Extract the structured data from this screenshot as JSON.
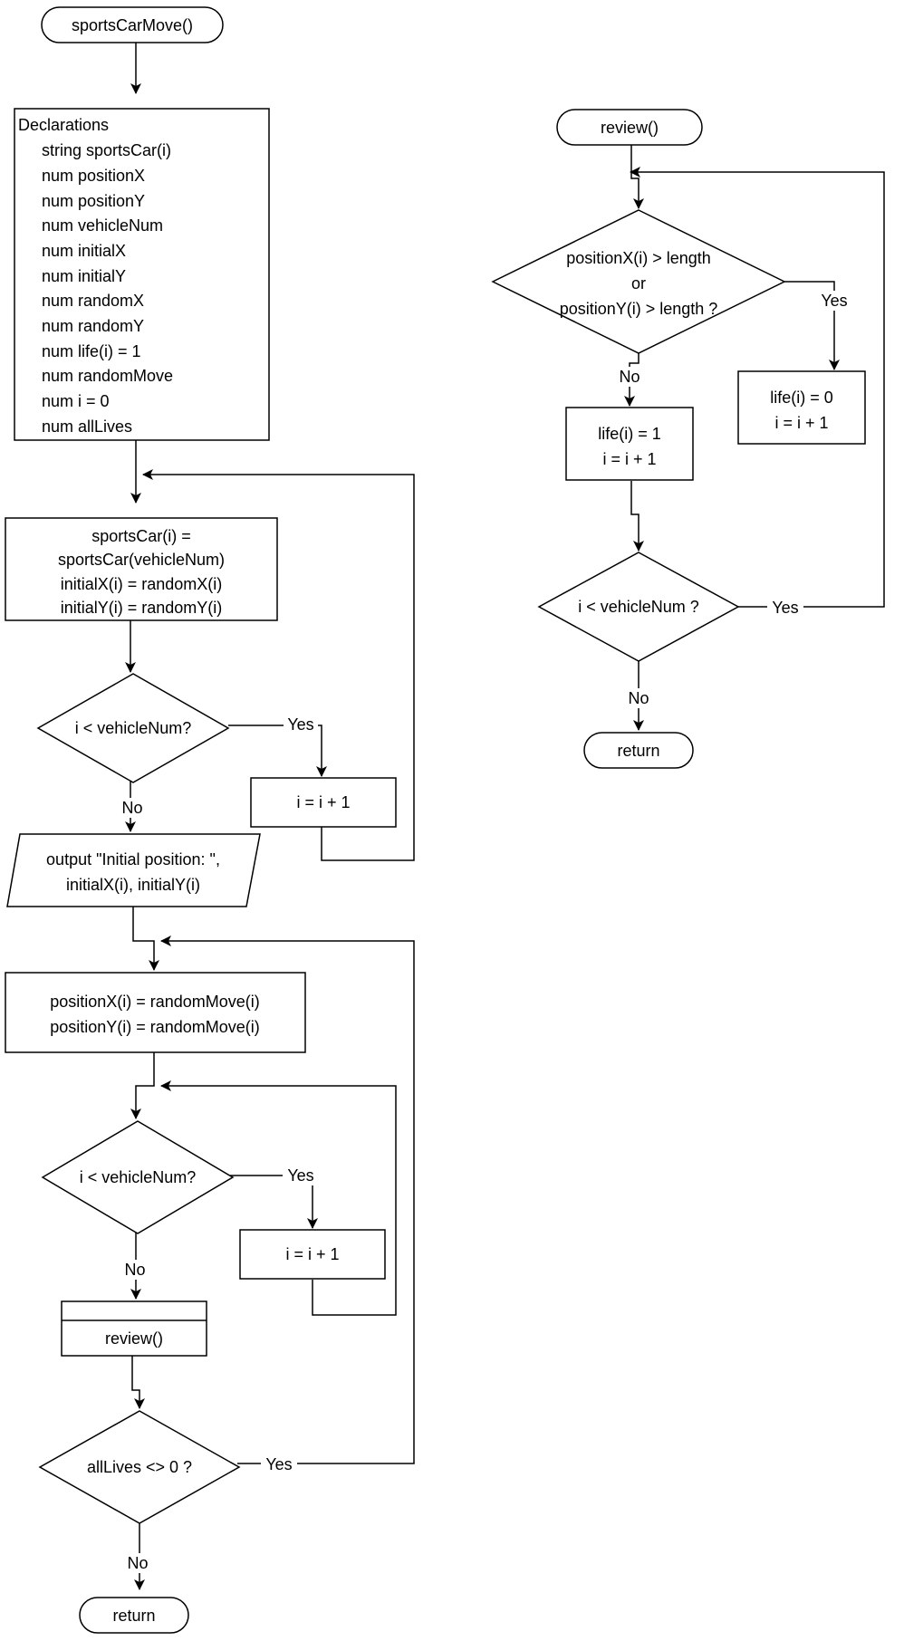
{
  "flow1": {
    "start": "sportsCarMove()",
    "declarations": {
      "title": "Declarations",
      "items": [
        "string sportsCar(i)",
        "num positionX",
        "num positionY",
        "num vehicleNum",
        "num initialX",
        "num initialY",
        "num randomX",
        "num randomY",
        "num life(i) = 1",
        "num randomMove",
        "num i = 0",
        "num allLives"
      ]
    },
    "init_block": [
      "sportsCar(i) =",
      "sportsCar(vehicleNum)",
      "initialX(i) = randomX(i)",
      "initialY(i) = randomY(i)"
    ],
    "decision1": "i < vehicleNum?",
    "increment1": "i = i + 1",
    "output": [
      "output \"Initial position: \",",
      "initialX(i), initialY(i)"
    ],
    "move_block": [
      "positionX(i) = randomMove(i)",
      "positionY(i) = randomMove(i)"
    ],
    "decision2": "i < vehicleNum?",
    "increment2": "i = i + 1",
    "call": "review()",
    "decision3": "allLives <> 0 ?",
    "end": "return"
  },
  "flow2": {
    "start": "review()",
    "decision1": [
      "positionX(i) > length",
      "or",
      "positionY(i) > length ?"
    ],
    "yes_block": [
      "life(i) = 0",
      "i = i + 1"
    ],
    "no_block": [
      "life(i) = 1",
      "i = i + 1"
    ],
    "decision2": "i < vehicleNum ?",
    "end": "return"
  },
  "labels": {
    "yes": "Yes",
    "no": "No"
  }
}
